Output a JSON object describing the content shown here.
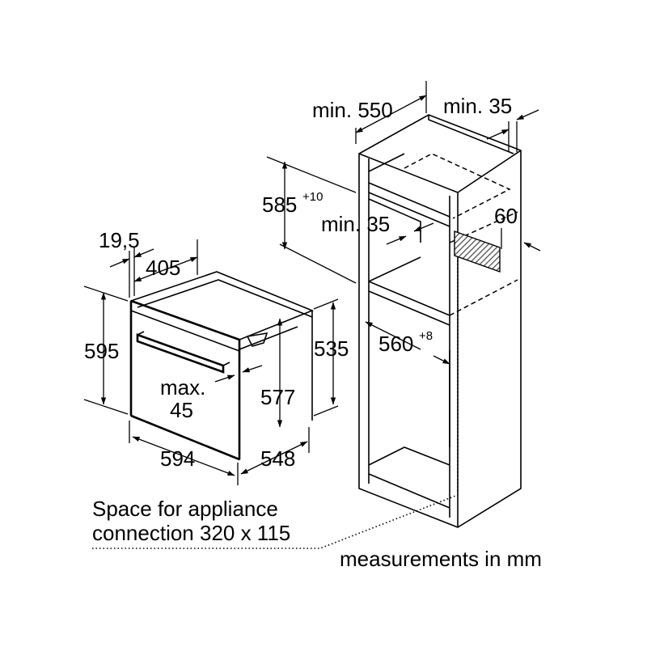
{
  "dimensions": {
    "oven_depth_offset": "19,5",
    "oven_side_depth": "405",
    "oven_height": "595",
    "oven_inner_height": "535",
    "oven_body_height": "577",
    "handle_depth_label_line1": "max.",
    "handle_depth_label_line2": "45",
    "oven_width": "594",
    "oven_depth": "548",
    "cabinet_min_depth": "min. 550",
    "cabinet_min_rear_gap": "min. 35",
    "niche_height_base": "585",
    "niche_height_tolerance": "+10",
    "shelf_min_thickness": "min. 35",
    "vent_gap": "60",
    "niche_width_base": "560",
    "niche_width_tolerance": "+8"
  },
  "notes": {
    "connection_line1": "Space for appliance",
    "connection_line2": "connection 320 x 115",
    "units": "measurements in mm"
  },
  "colors": {
    "ink": "#000000",
    "background": "#ffffff",
    "hatch": "#444444"
  }
}
